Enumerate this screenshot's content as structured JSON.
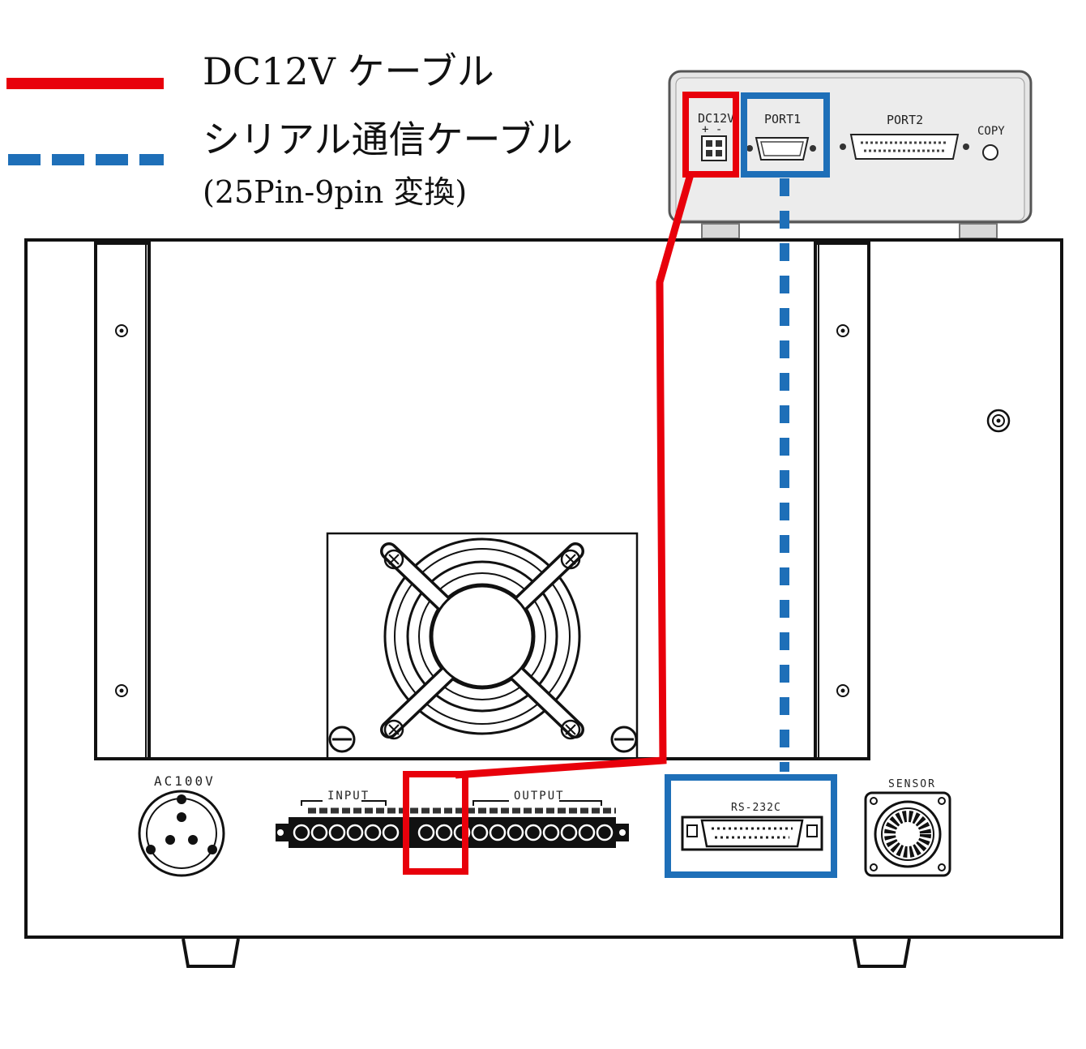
{
  "legend": {
    "dc_cable_label": "DC12V ケーブル",
    "serial_cable_label": "シリアル通信ケーブル",
    "serial_cable_sublabel": "(25Pin-9pin 変換)",
    "dc_color": "#e8000b",
    "serial_color": "#1e6fb8"
  },
  "small_box": {
    "dc12v_label": "DC12V",
    "polarity_label": "+ -",
    "port1_label": "PORT1",
    "port2_label": "PORT2",
    "copy_label": "COPY"
  },
  "main_unit": {
    "ac_label": "AC100V",
    "input_label": "INPUT",
    "output_label": "OUTPUT",
    "rs232c_label": "RS-232C",
    "sensor_label": "SENSOR"
  }
}
